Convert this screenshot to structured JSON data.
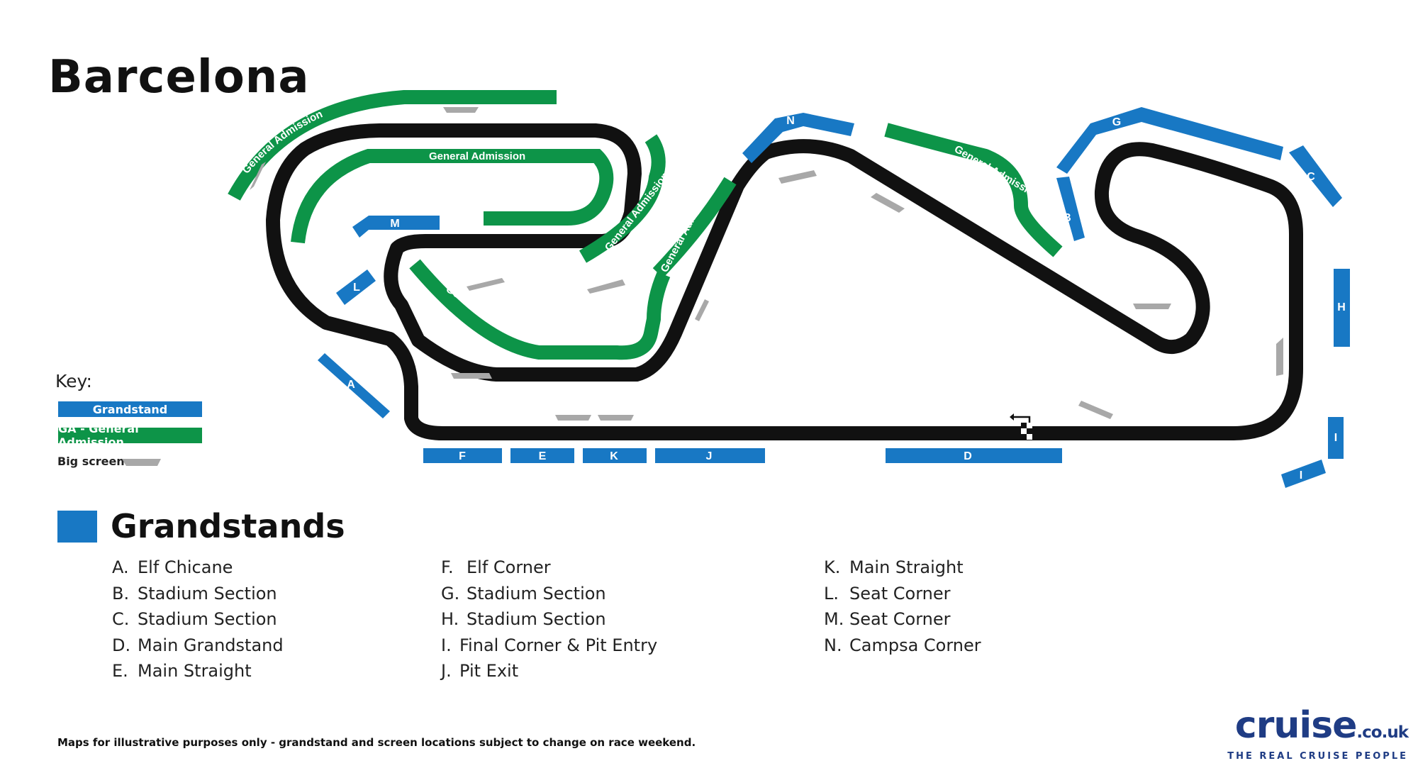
{
  "title": "Barcelona",
  "colors": {
    "grandstand": "#1878c4",
    "general_admission": "#0d9448",
    "big_screen": "#a8a8a8",
    "track": "#111111",
    "brand": "#1f3c84"
  },
  "map": {
    "grandstand_labels": {
      "A": "A",
      "B": "B",
      "C": "C",
      "D": "D",
      "E": "E",
      "F": "F",
      "G": "G",
      "H": "H",
      "I": "I",
      "J": "J",
      "K": "K",
      "L": "L",
      "M": "M",
      "N": "N"
    },
    "ga_label": "General Admission",
    "finish_icon": "checkered-flag-icon"
  },
  "key": {
    "heading": "Key:",
    "grandstand": "Grandstand",
    "general_admission": "GA - General Admission",
    "big_screen": "Big screen"
  },
  "grandstands": {
    "heading": "Grandstands",
    "items": [
      {
        "letter": "A.",
        "name": "Elf Chicane"
      },
      {
        "letter": "B.",
        "name": "Stadium Section"
      },
      {
        "letter": "C.",
        "name": "Stadium Section"
      },
      {
        "letter": "D.",
        "name": "Main Grandstand"
      },
      {
        "letter": "E.",
        "name": "Main Straight"
      },
      {
        "letter": "F.",
        "name": "Elf Corner"
      },
      {
        "letter": "G.",
        "name": "Stadium Section"
      },
      {
        "letter": "H.",
        "name": "Stadium Section"
      },
      {
        "letter": "I.",
        "name": "Final Corner & Pit Entry"
      },
      {
        "letter": "J.",
        "name": "Pit Exit"
      },
      {
        "letter": "K.",
        "name": "Main Straight"
      },
      {
        "letter": "L.",
        "name": "Seat Corner"
      },
      {
        "letter": "M.",
        "name": "Seat Corner"
      },
      {
        "letter": "N.",
        "name": "Campsa Corner"
      }
    ]
  },
  "disclaimer": "Maps for illustrative purposes only - grandstand and screen locations subject to change on race weekend.",
  "brand": {
    "word": "cruise",
    "tld": ".co.uk",
    "tagline": "THE REAL CRUISE PEOPLE"
  }
}
